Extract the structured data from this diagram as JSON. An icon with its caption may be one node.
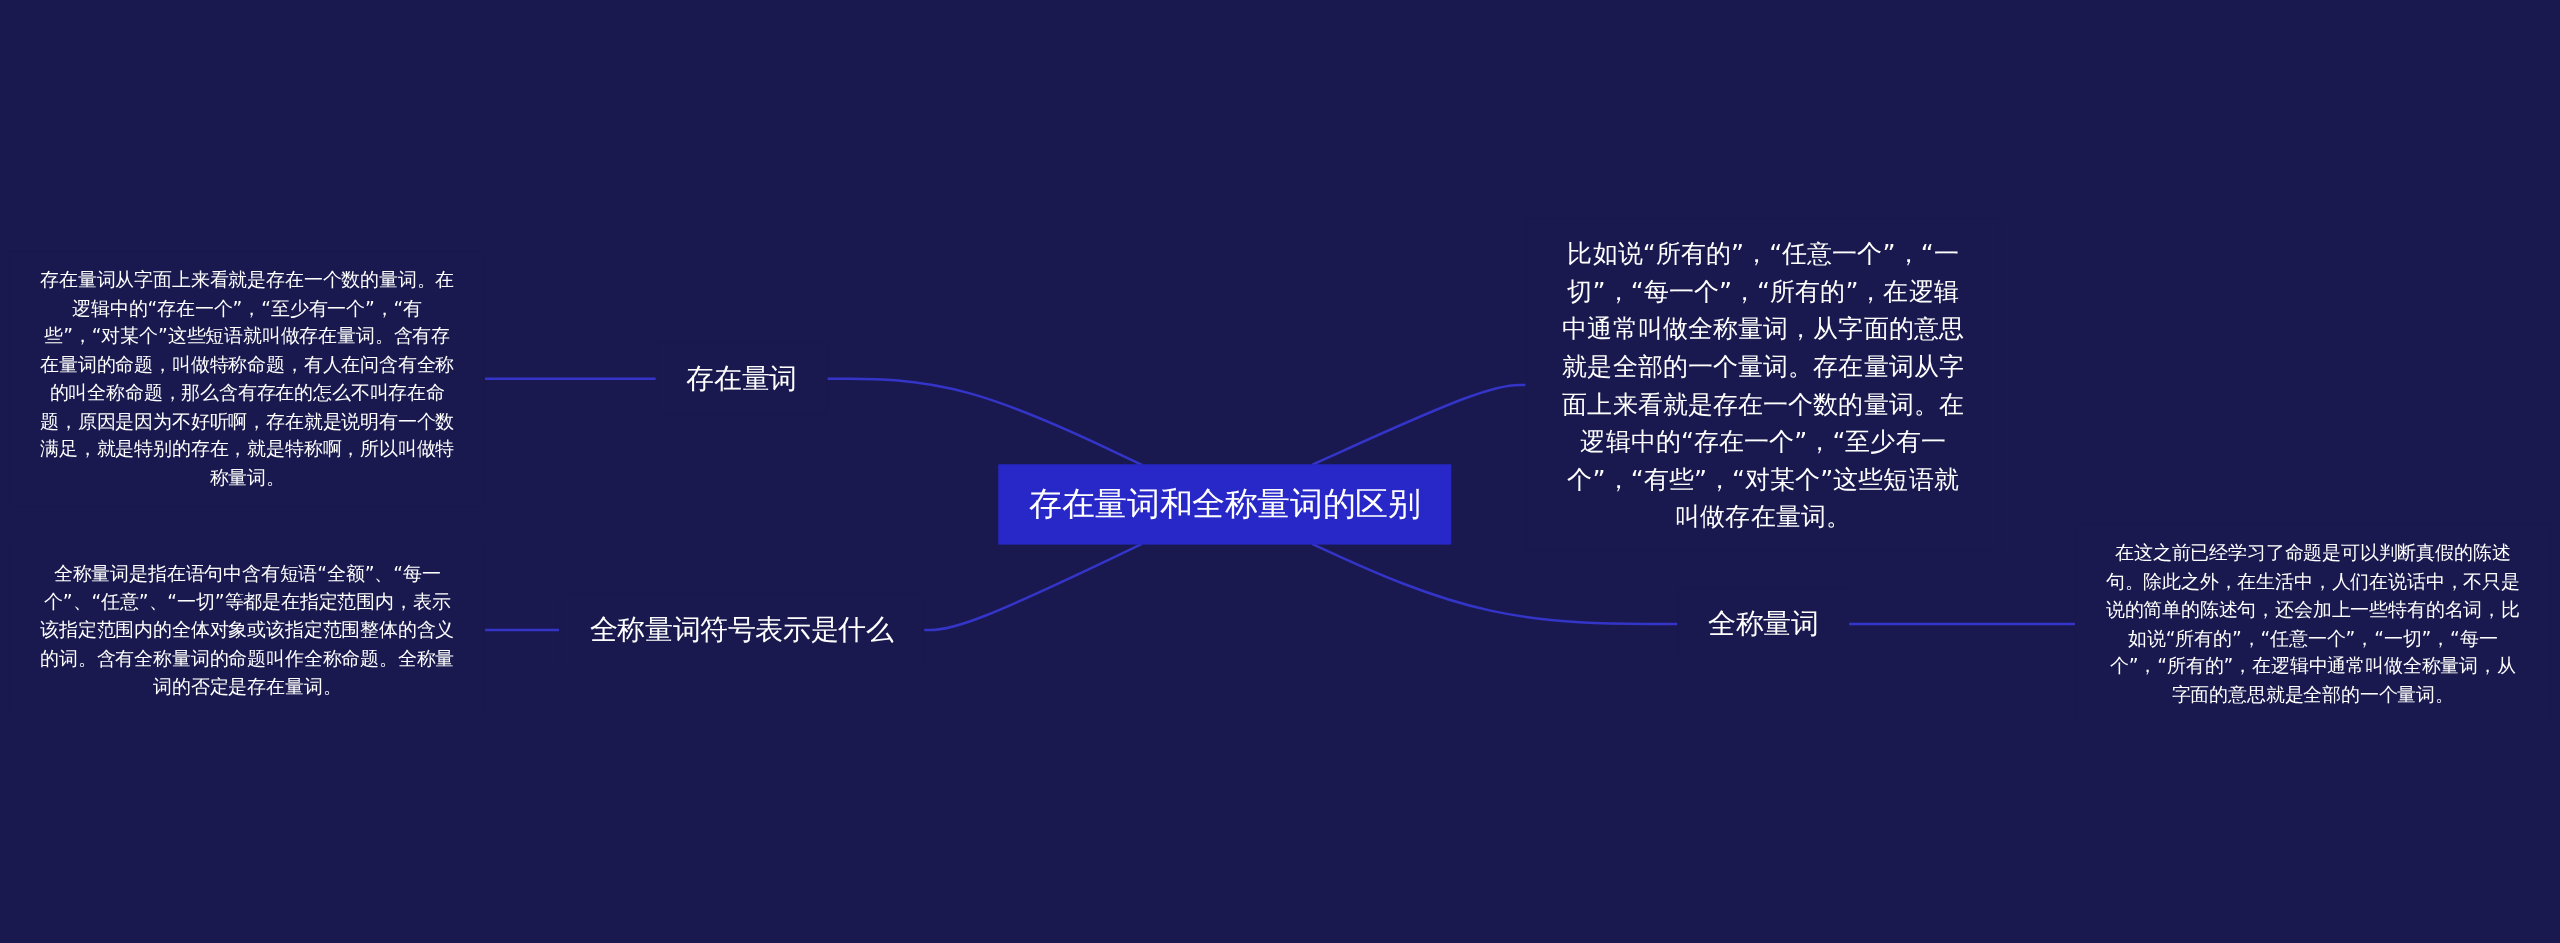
{
  "diagram": {
    "nodes": [
      {
        "text": [
          "存在量词和全称量词的区别"
        ]
      },
      {
        "text": [
          "存在量词"
        ]
      },
      {
        "text": [
          "存在量词从字面上来看就是存在一个数的量词。在逻辑中的“存在一个”，“至少有一个”，“有些”，“对某个”这些短语就叫做存在量词。含有存在量词的命题，叫做特称命题，有人在问含有全称的叫全称命题，那么含有存在的怎么不叫存在命题，原因是因为不好听啊，存在就是说明有一个数满足，就是特别的存在，就是特称啊，所以叫做特称量词。"
        ]
      },
      {
        "text": [
          "全称量词符号表示是什么"
        ]
      },
      {
        "text": [
          "全称量词是指在语句中含有短语“全额”、“每一个”、“任意”、“一切”等都是在指定范围内，表示该指定范围内的全体对象或该指定范围整体的含义的词。含有全称量词的命题叫作全称命题。全称量词的否定是存在量词。"
        ]
      },
      {
        "text": [
          "比如说“所有的”，“任意一个”，“一切”，“每一个”，“所有的”，在逻辑中通常叫做全称量词，从字面的意思就是全部的一个量词。存在量词从字面上来看就是存在一个数的量词。在逻辑中的“存在一个”，“至少有一个”，“有些”，“对某个”这些短语就叫做存在量词。"
        ]
      },
      {
        "text": [
          "全称量词"
        ]
      },
      {
        "text": [
          "在这之前已经学习了命题是可以判断真假的陈述句。除此之外，在生活中，人们在说话中，不只是说的简单的陈述句，还会加上一些特有的名词，比如说“所有的”，“任意一个”，“一切”，“每一个”，“所有的”，在逻辑中通常叫做全称量词，从字面的意思就是全部的一个量词。"
        ]
      }
    ],
    "edges": [
      {
        "from": 1,
        "to": 0,
        "arrow": "none"
      },
      {
        "from": 2,
        "to": 1,
        "arrow": "none"
      },
      {
        "from": 3,
        "to": 0,
        "arrow": "none"
      },
      {
        "from": 4,
        "to": 3,
        "arrow": "none"
      },
      {
        "from": 0,
        "to": 5,
        "arrow": "none"
      },
      {
        "from": 0,
        "to": 6,
        "arrow": "none"
      },
      {
        "from": 6,
        "to": 7,
        "arrow": "none"
      }
    ]
  }
}
